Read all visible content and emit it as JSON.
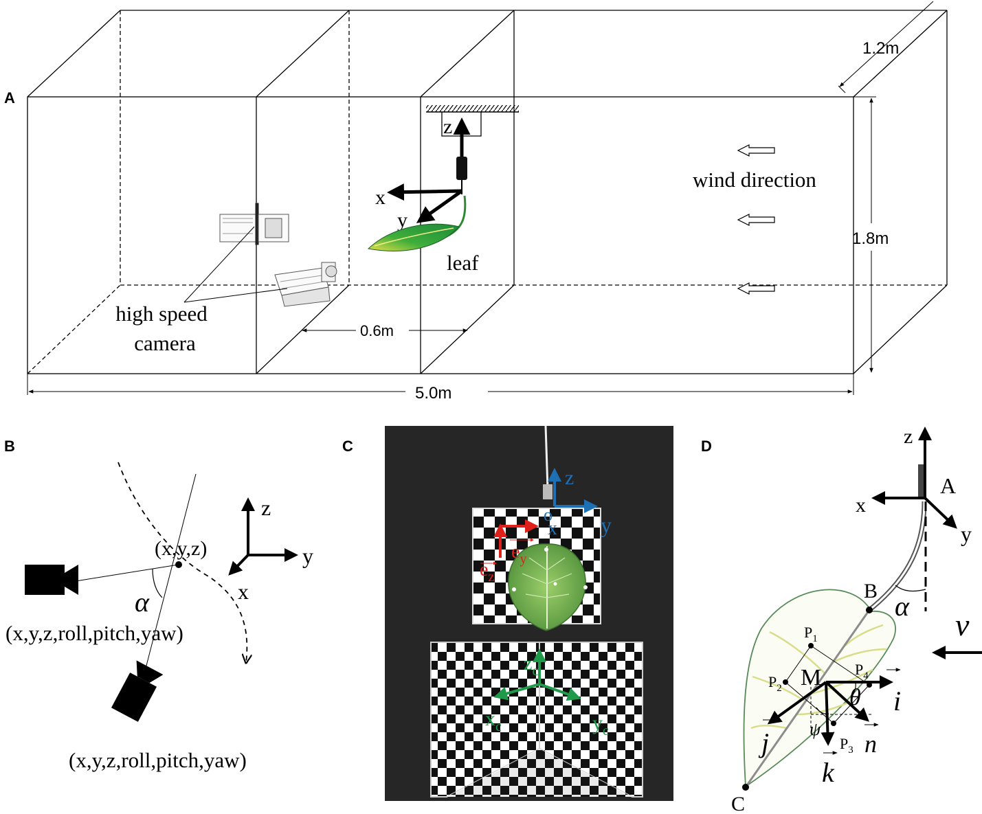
{
  "panels": {
    "A": {
      "label": "A",
      "camera_label_line1": "high speed",
      "camera_label_line2": "camera",
      "leaf_label": "leaf",
      "wind_label": "wind direction",
      "axis_x": "x",
      "axis_y": "y",
      "axis_z": "z",
      "dim_length": "5.0m",
      "dim_height": "1.8m",
      "dim_depth": "1.2m",
      "dim_spacing": "0.6m"
    },
    "B": {
      "label": "B",
      "point_label": "(x,y,z)",
      "pose_label_1": "(x,y,z,roll,pitch,yaw)",
      "pose_label_2": "(x,y,z,roll,pitch,yaw)",
      "angle_label": "α",
      "axis_x": "x",
      "axis_y": "y",
      "axis_z": "z"
    },
    "C": {
      "label": "C",
      "axis_z": "z",
      "axis_y": "y",
      "axis_x": "x",
      "origin": "o",
      "ey": "e",
      "ey_sub": "y",
      "ez": "e",
      "ez_sub": "z",
      "zc": "z",
      "zc_sub": "c",
      "xc": "x",
      "xc_sub": "c",
      "yc": "y",
      "yc_sub": "c"
    },
    "D": {
      "label": "D",
      "axis_z": "z",
      "axis_x": "x",
      "axis_y": "y",
      "point_a": "A",
      "point_b": "B",
      "point_c": "C",
      "point_m": "M",
      "p1": "P",
      "p1_sub": "1",
      "p2": "P",
      "p2_sub": "2",
      "p3": "P",
      "p3_sub": "3",
      "p4": "P",
      "p4_sub": "4",
      "alpha": "α",
      "theta": "θ",
      "psi": "ψ",
      "v": "v",
      "vec_i": "i",
      "vec_j": "j",
      "vec_k": "k",
      "vec_n": "n"
    }
  },
  "colors": {
    "line": "#000000",
    "blue_axes": "#1f6fb5",
    "red_axes": "#e0201a",
    "green_axes": "#1f9a4a",
    "leaf_green": "#3f9b3a",
    "photo_bg": "#262626"
  }
}
